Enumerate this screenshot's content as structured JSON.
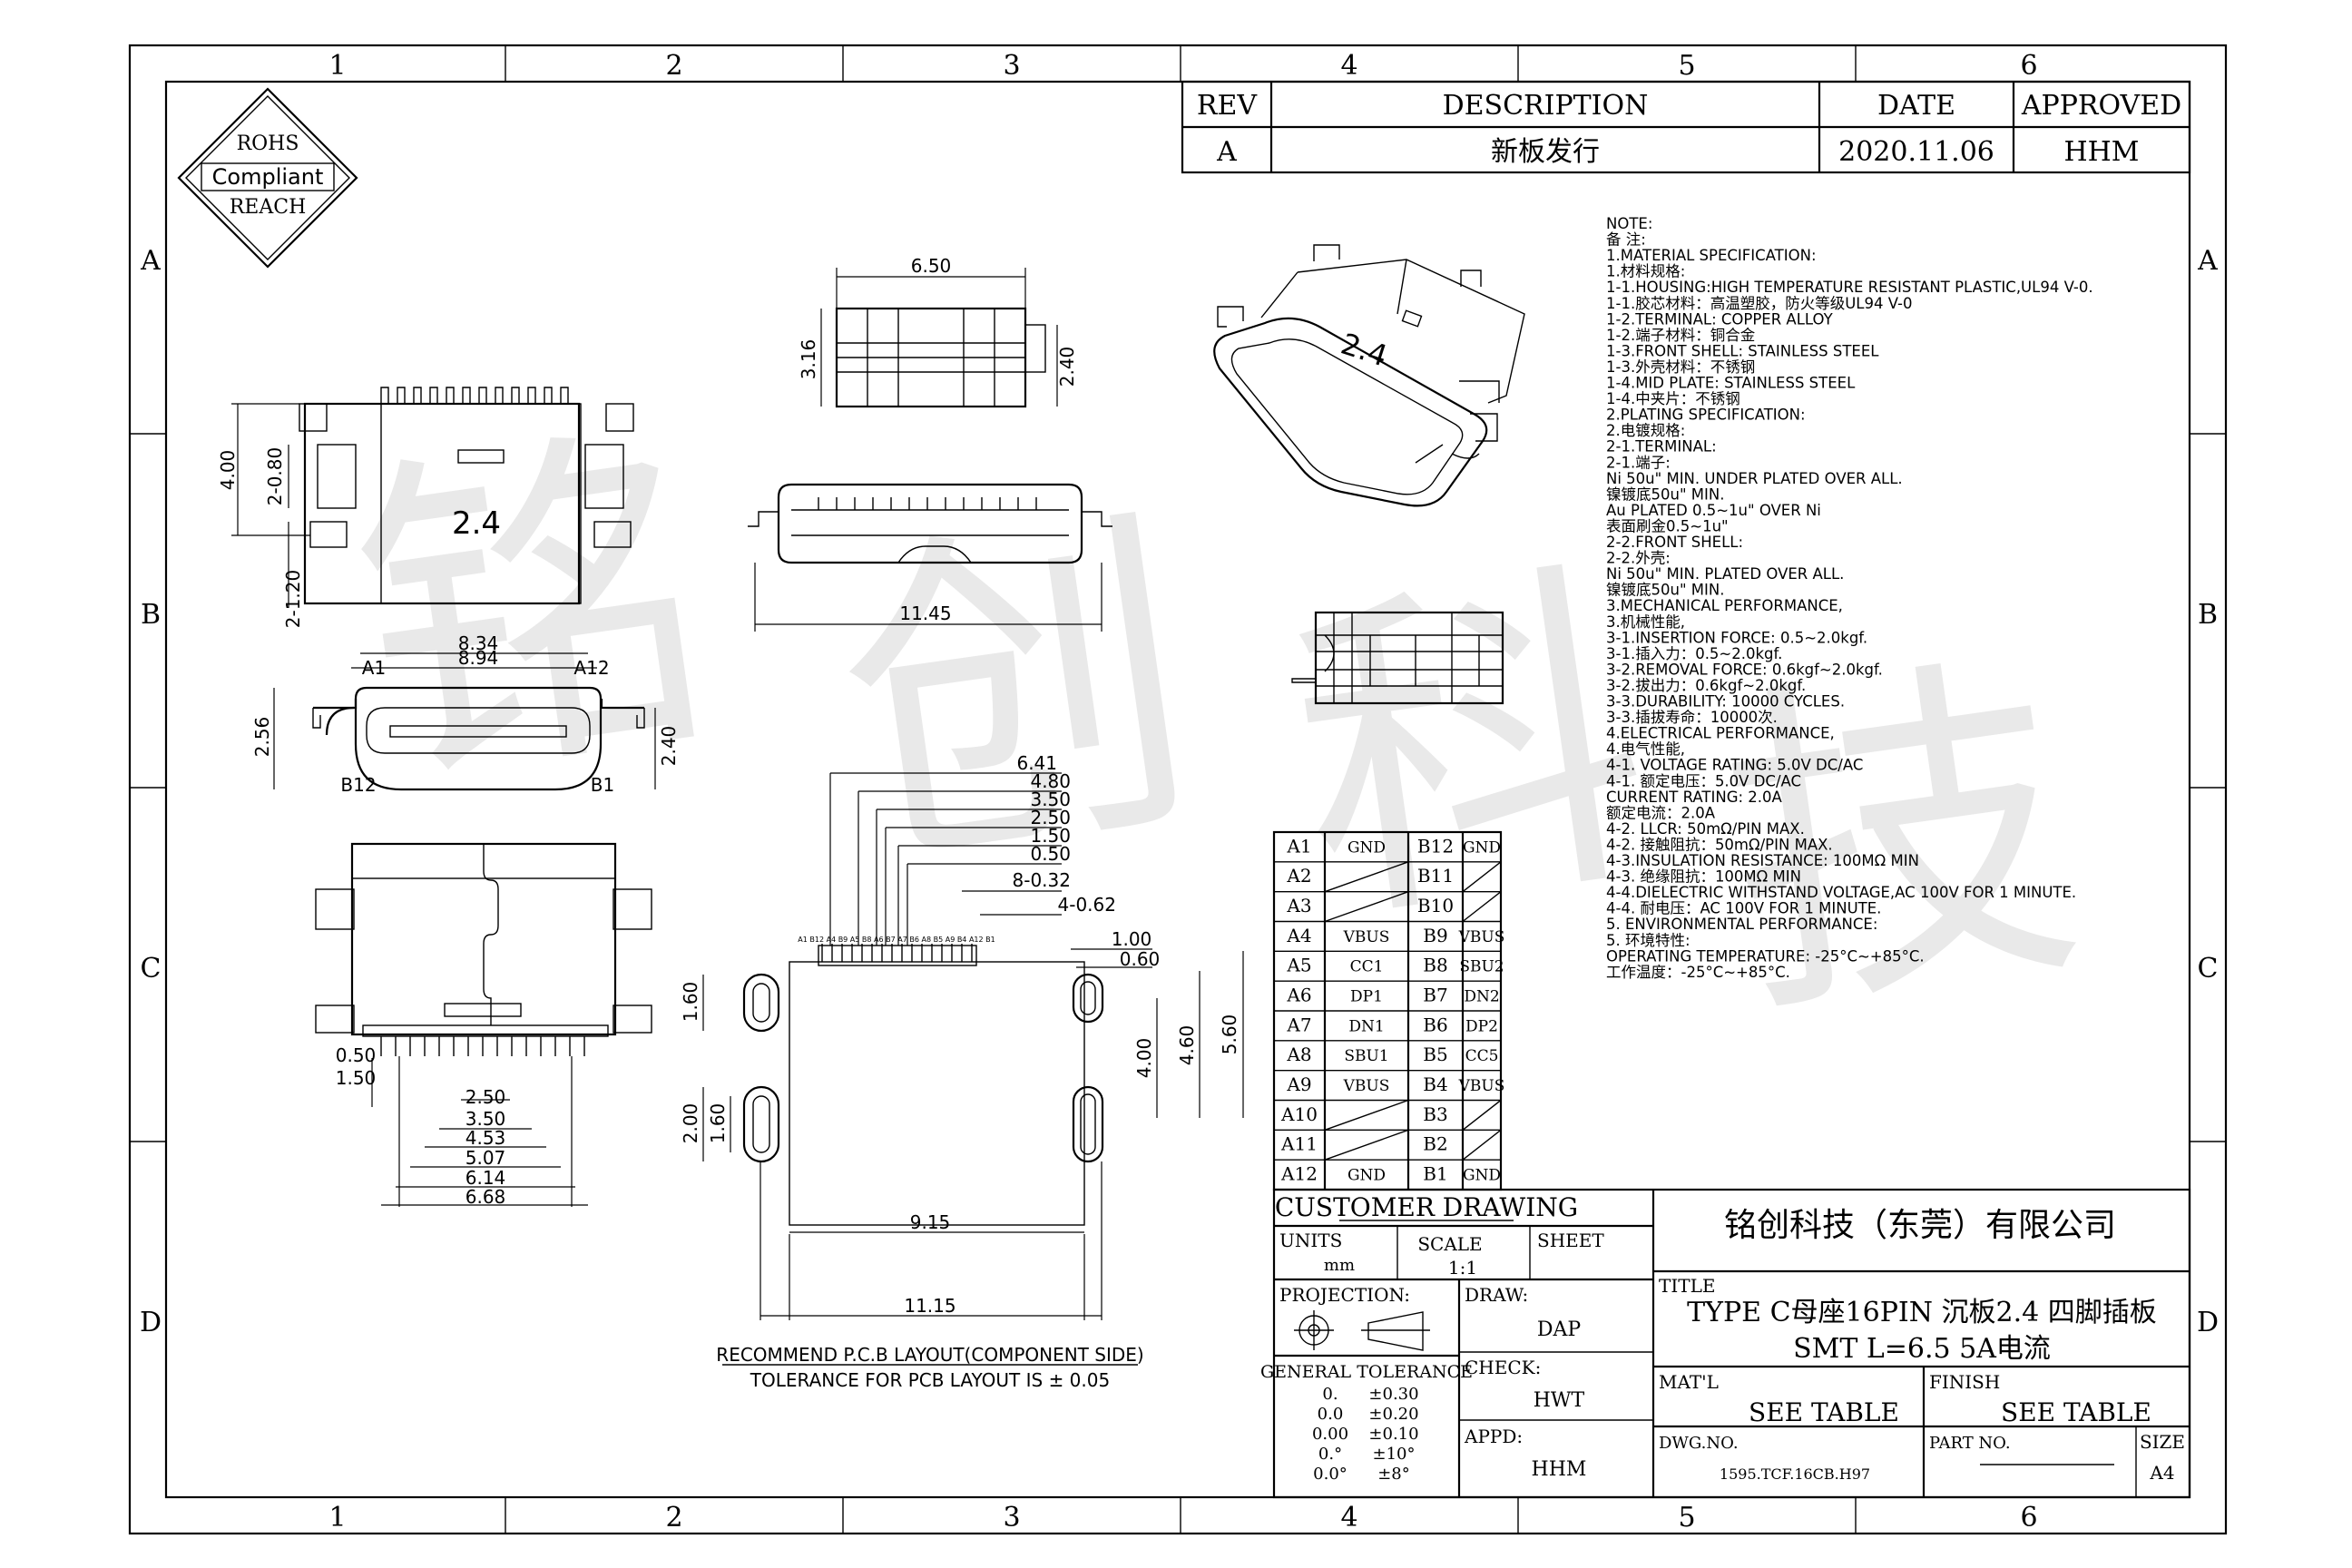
{
  "frame": {
    "columns": [
      "1",
      "2",
      "3",
      "4",
      "5",
      "6"
    ],
    "rows": [
      "A",
      "B",
      "C",
      "D"
    ]
  },
  "badge": {
    "line1": "ROHS",
    "line2": "Compliant",
    "line3": "REACH"
  },
  "watermark": [
    "铭",
    "创",
    "科",
    "技"
  ],
  "revision": {
    "headers": {
      "rev": "REV",
      "description": "DESCRIPTION",
      "date": "DATE",
      "approved": "APPROVED"
    },
    "row": {
      "rev": "A",
      "description": "新板发行",
      "date": "2020.11.06",
      "approved": "HHM"
    }
  },
  "top_view": {
    "width": "6.50",
    "height": "3.16",
    "pin": "2.40"
  },
  "main_view": {
    "mark": "2.4",
    "d_400": "4.00",
    "d_280": "2-0.80",
    "d_120": "2-1.20",
    "d_834": "8.34",
    "d_894": "8.94"
  },
  "side_view": {
    "length": "11.45"
  },
  "end_view": {
    "a1": "A1",
    "a12": "A12",
    "b12": "B12",
    "b1": "B1",
    "h256": "2.56",
    "h240": "2.40"
  },
  "iso_view": {
    "mark": "2.4"
  },
  "pcb": {
    "top_dims": [
      "6.41",
      "4.80",
      "3.50",
      "2.50",
      "1.50",
      "0.50",
      "8-0.32",
      "4-0.62"
    ],
    "pin_labels": "A1 B12 A4 B9 A5 B8 A6 B7 A7 B6 A8 B5 A9 B4 A12 B1",
    "d100": "1.00",
    "d060": "0.60",
    "d400": "4.00",
    "d460": "4.60",
    "d560": "5.60",
    "d160a": "1.60",
    "d200": "2.00",
    "d160b": "1.60",
    "d915": "9.15",
    "d1115": "11.15",
    "caption1": "RECOMMEND P.C.B LAYOUT(COMPONENT SIDE)",
    "caption2": "TOLERANCE FOR PCB LAYOUT IS ± 0.05"
  },
  "bottom_view": {
    "dims": [
      "0.50",
      "1.50",
      "2.50",
      "3.50",
      "4.53",
      "5.07",
      "6.14",
      "6.68"
    ]
  },
  "pin_table": [
    [
      "A1",
      "GND",
      "B12",
      "GND"
    ],
    [
      "A2",
      "",
      "B11",
      ""
    ],
    [
      "A3",
      "",
      "B10",
      ""
    ],
    [
      "A4",
      "VBUS",
      "B9",
      "VBUS"
    ],
    [
      "A5",
      "CC1",
      "B8",
      "SBU2"
    ],
    [
      "A6",
      "DP1",
      "B7",
      "DN2"
    ],
    [
      "A7",
      "DN1",
      "B6",
      "DP2"
    ],
    [
      "A8",
      "SBU1",
      "B5",
      "CC5"
    ],
    [
      "A9",
      "VBUS",
      "B4",
      "VBUS"
    ],
    [
      "A10",
      "",
      "B3",
      ""
    ],
    [
      "A11",
      "",
      "B2",
      ""
    ],
    [
      "A12",
      "GND",
      "B1",
      "GND"
    ]
  ],
  "notes": [
    "NOTE:",
    "备 注:",
    "1.MATERIAL SPECIFICATION:",
    "1.材料规格:",
    "1-1.HOUSING:HIGH TEMPERATURE RESISTANT PLASTIC,UL94 V-0.",
    "1-1.胶芯材料：高温塑胶，防火等级UL94 V-0",
    "1-2.TERMINAL: COPPER ALLOY",
    "1-2.端子材料：铜合金",
    "1-3.FRONT SHELL: STAINLESS STEEL",
    "1-3.外壳材料：不锈钢",
    "1-4.MID PLATE: STAINLESS STEEL",
    "1-4.中夹片：不锈钢",
    "2.PLATING SPECIFICATION:",
    "2.电镀规格:",
    "2-1.TERMINAL:",
    "  2-1.端子:",
    "Ni 50u\" MIN. UNDER PLATED OVER ALL.",
    "镍镀底50u\" MIN.",
    "Au PLATED 0.5~1u\" OVER Ni",
    "表面刷金0.5~1u\"",
    "2-2.FRONT SHELL:",
    "  2-2.外壳:",
    "Ni 50u\" MIN. PLATED OVER ALL.",
    "镍镀底50u\" MIN.",
    "3.MECHANICAL PERFORMANCE,",
    "3.机械性能,",
    "3-1.INSERTION FORCE: 0.5~2.0kgf.",
    "3-1.插入力：0.5~2.0kgf.",
    "3-2.REMOVAL FORCE: 0.6kgf~2.0kgf.",
    "3-2.拔出力：0.6kgf~2.0kgf.",
    "3-3.DURABILITY: 10000 CYCLES.",
    "3-3.插拔寿命：10000次.",
    "4.ELECTRICAL PERFORMANCE,",
    "4.电气性能,",
    "4-1. VOLTAGE RATING: 5.0V DC/AC",
    "4-1. 额定电压：5.0V DC/AC",
    "CURRENT RATING: 2.0A",
    "额定电流：2.0A",
    "4-2. LLCR: 50mΩ/PIN MAX.",
    "4-2. 接触阻抗：50mΩ/PIN MAX.",
    "4-3.INSULATION RESISTANCE: 100MΩ  MIN",
    "4-3. 绝缘阻抗：100MΩ MIN",
    "4-4.DIELECTRIC WITHSTAND VOLTAGE,AC 100V FOR 1 MINUTE.",
    "4-4. 耐电压：AC 100V FOR 1 MINUTE.",
    "5. ENVIRONMENTAL PERFORMANCE:",
    "5. 环境特性:",
    "OPERATING TEMPERATURE: -25°C~+85°C.",
    "工作温度：-25°C~+85°C."
  ],
  "title_block": {
    "customer_drawing": "CUSTOMER DRAWING",
    "company": "铭创科技（东莞）有限公司",
    "units_label": "UNITS",
    "units_value": "mm",
    "scale_label": "SCALE",
    "scale_value": "1:1",
    "sheet_label": "SHEET",
    "title_label": "TITLE",
    "title_line1": "TYPE C母座16PIN 沉板2.4 四脚插板",
    "title_line2": "SMT L=6.5 5A电流",
    "projection_label": "PROJECTION:",
    "draw_label": "DRAW:",
    "draw_value": "DAP",
    "check_label": "CHECK:",
    "check_value": "HWT",
    "appd_label": "APPD:",
    "appd_value": "HHM",
    "gt_label": "GENERAL TOLERANCE",
    "gt_rows": [
      [
        "0.",
        "±0.30"
      ],
      [
        "0.0",
        "±0.20"
      ],
      [
        "0.00",
        "±0.10"
      ],
      [
        "0.°",
        "±10°"
      ],
      [
        "0.0°",
        "±8°"
      ]
    ],
    "matl_label": "MAT'L",
    "matl_value": "SEE TABLE",
    "finish_label": "FINISH",
    "finish_value": "SEE TABLE",
    "dwgno_label": "DWG.NO.",
    "dwgno_value": "1595.TCF.16CB.H97",
    "partno_label": "PART NO.",
    "size_label": "SIZE",
    "size_value": "A4"
  }
}
